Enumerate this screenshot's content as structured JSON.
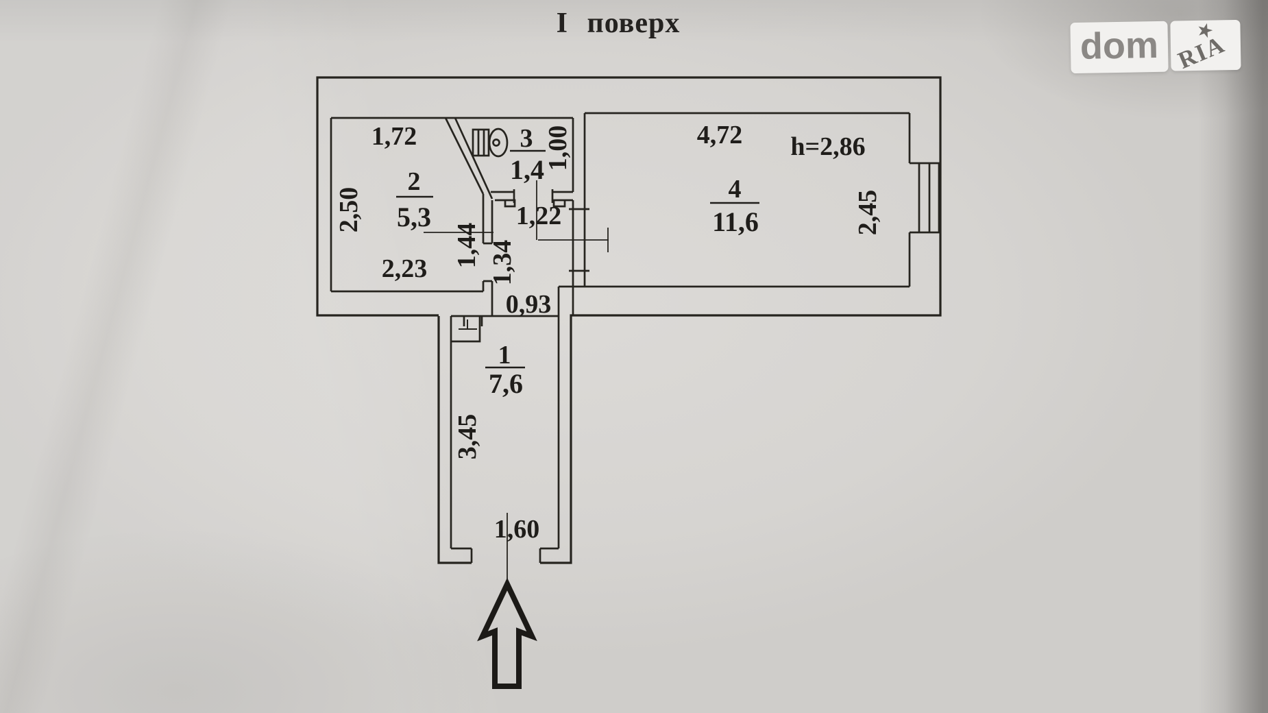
{
  "title": "І поверх",
  "watermark": {
    "left": "dom",
    "right": "RIA",
    "star": "★"
  },
  "plan": {
    "rooms": [
      {
        "number": "1",
        "area": "7,6"
      },
      {
        "number": "2",
        "area": "5,3"
      },
      {
        "number": "3",
        "area": "1,4"
      },
      {
        "number": "4",
        "area": "11,6"
      }
    ],
    "dimensions": {
      "room1_depth": "3,45",
      "entry_width": "1,60",
      "opening": "0,93",
      "room2_top": "1,72",
      "room2_left": "2,50",
      "room2_bottom": "2,23",
      "room2_right": "1,44",
      "room3_height": "1,00",
      "hall_width": "1,22",
      "hall_depth": "1,34",
      "room4_top": "4,72",
      "room4_right": "2,45",
      "ceiling_height": "h=2,86"
    },
    "icons": {
      "toilet": "toilet-icon",
      "sink": "sink-icon",
      "window": "window-icon",
      "entrance": "entrance-arrow-icon"
    },
    "colors": {
      "paper": "#d6d4d1",
      "line": "#26241f",
      "text": "#1f1d1a",
      "logo_box": "#f2f1ef",
      "logo_text": "#8b8885"
    }
  }
}
